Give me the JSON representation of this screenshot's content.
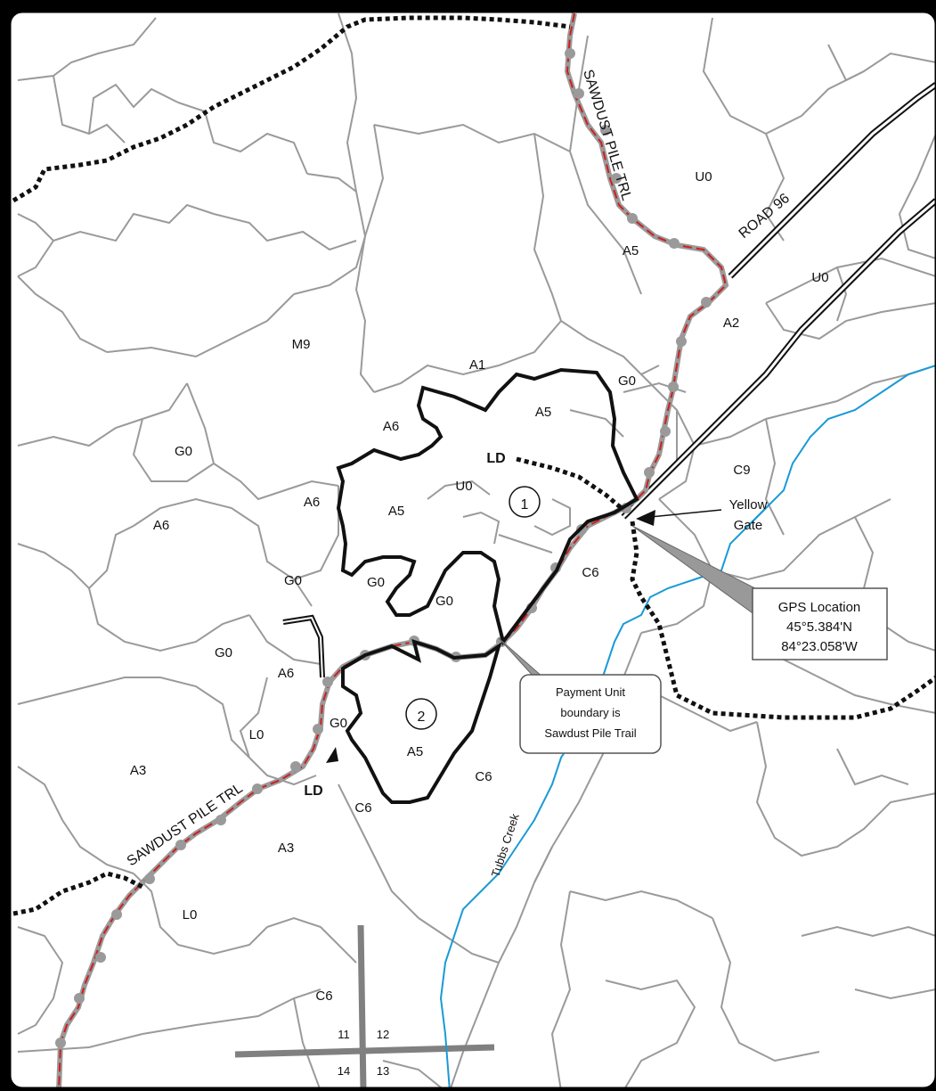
{
  "roads": {
    "sawdust_north": "SAWDUST PILE TRL",
    "sawdust_south": "SAWDUST PILE TRL",
    "road96": "ROAD 96"
  },
  "stands": [
    {
      "id": "s1",
      "label": "U0"
    },
    {
      "id": "s2",
      "label": "A5"
    },
    {
      "id": "s3",
      "label": "U0"
    },
    {
      "id": "s4",
      "label": "A2"
    },
    {
      "id": "s5",
      "label": "M9"
    },
    {
      "id": "s6",
      "label": "A1"
    },
    {
      "id": "s7",
      "label": "G0"
    },
    {
      "id": "s8",
      "label": "A5"
    },
    {
      "id": "s9",
      "label": "A6"
    },
    {
      "id": "s10",
      "label": "G0"
    },
    {
      "id": "s11",
      "label": "C9"
    },
    {
      "id": "s12",
      "label": "U0"
    },
    {
      "id": "s13",
      "label": "A6"
    },
    {
      "id": "s14",
      "label": "A5"
    },
    {
      "id": "s15",
      "label": "A6"
    },
    {
      "id": "s16",
      "label": "C6"
    },
    {
      "id": "s17",
      "label": "G0"
    },
    {
      "id": "s18",
      "label": "G0"
    },
    {
      "id": "s19",
      "label": "G0"
    },
    {
      "id": "s20",
      "label": "G0"
    },
    {
      "id": "s21",
      "label": "A6"
    },
    {
      "id": "s22",
      "label": "L0"
    },
    {
      "id": "s23",
      "label": "G0"
    },
    {
      "id": "s24",
      "label": "A5"
    },
    {
      "id": "s25",
      "label": "A3"
    },
    {
      "id": "s26",
      "label": "C6"
    },
    {
      "id": "s27",
      "label": "C6"
    },
    {
      "id": "s28",
      "label": "A3"
    },
    {
      "id": "s29",
      "label": "L0"
    },
    {
      "id": "s30",
      "label": "C6"
    }
  ],
  "units": {
    "unit1": "1",
    "unit2": "2"
  },
  "landings": {
    "ld1": "LD",
    "ld2": "LD"
  },
  "gate": {
    "line1": "Yellow",
    "line2": "Gate"
  },
  "gps_callout": {
    "line1": "GPS Location",
    "line2": "45°5.384'N",
    "line3": "84°23.058'W"
  },
  "payment_callout": {
    "line1": "Payment Unit",
    "line2": "boundary is",
    "line3": "Sawdust Pile Trail"
  },
  "creek": "Tubbs Creek",
  "sections": {
    "nw": "11",
    "ne": "12",
    "sw": "14",
    "se": "13"
  },
  "colors": {
    "stand_lines": "#9a9a9a",
    "trail": "#cc1f1f",
    "stream": "#1a9ad6",
    "unit_boundary": "#111111",
    "road": "#111111"
  }
}
